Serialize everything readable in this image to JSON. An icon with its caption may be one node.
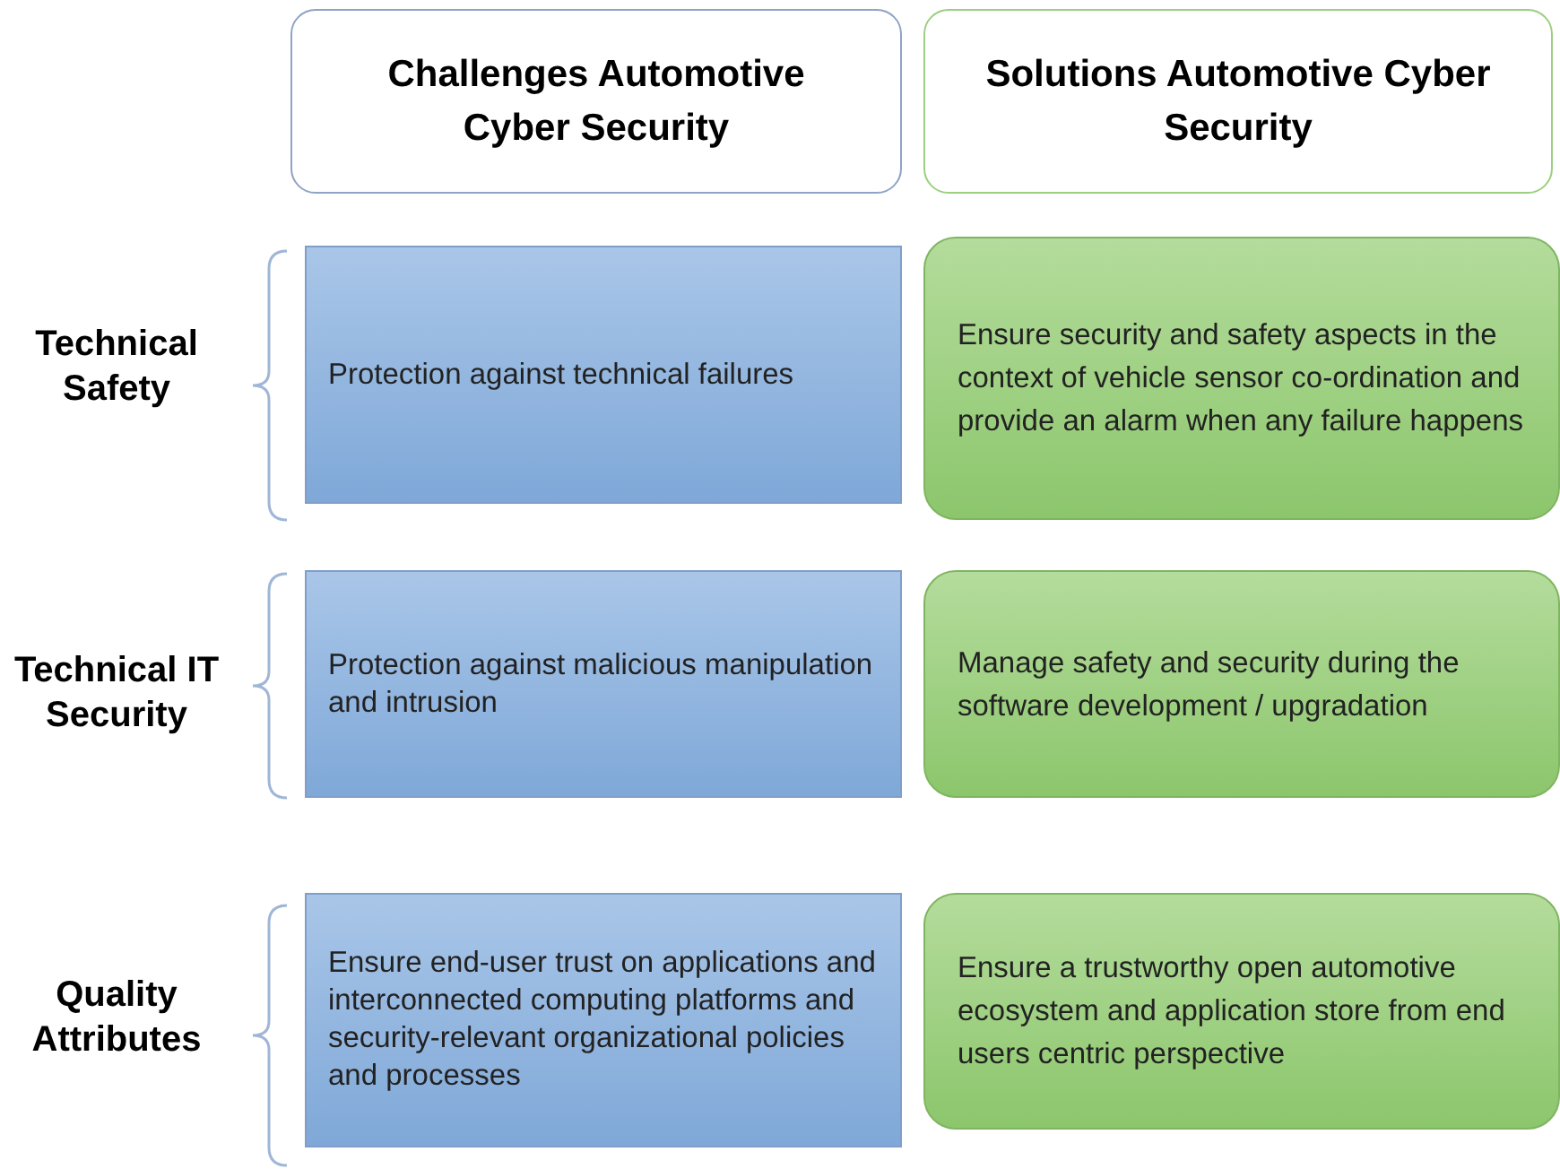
{
  "diagram": {
    "nodes": [
      {
        "text": [
          "Challenges Automotive Cyber Security"
        ]
      },
      {
        "text": [
          "Solutions Automotive Cyber Security"
        ]
      },
      {
        "text": [
          "Protection against technical failures"
        ]
      },
      {
        "text": [
          "Ensure security and safety aspects in the context of vehicle sensor co-ordination and provide an alarm when any failure happens"
        ]
      },
      {
        "text": [
          "Protection against malicious manipulation and intrusion"
        ]
      },
      {
        "text": [
          "Manage safety and security during the software development / upgradation"
        ]
      },
      {
        "text": [
          "Ensure end-user trust on applications and interconnected computing platforms and security-relevant organizational policies and processes"
        ]
      },
      {
        "text": [
          "Ensure a trustworthy open automotive ecosystem and application store from end users centric perspective"
        ]
      }
    ],
    "labels": [
      "Technical Safety",
      "Technical IT Security",
      "Quality Attributes"
    ]
  }
}
